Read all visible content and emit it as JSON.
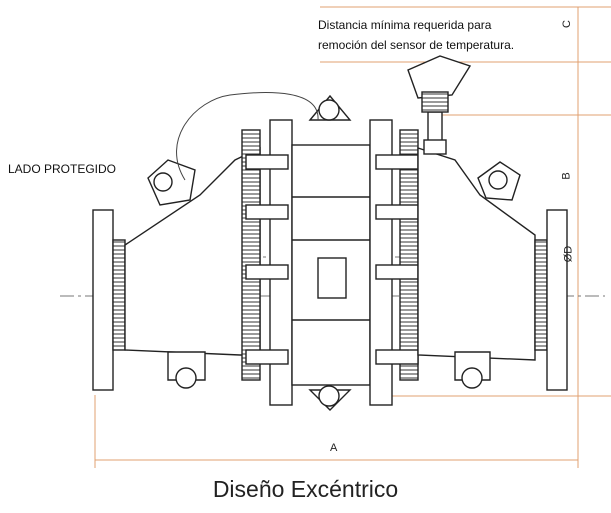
{
  "annotations": {
    "sensor_note_line1": "Distancia mínima requerida para",
    "sensor_note_line2": "remoción del sensor de temperatura.",
    "protected_side": "LADO PROTEGIDO"
  },
  "dimensions": {
    "a": "A",
    "b": "B",
    "c": "C",
    "d": "ØD"
  },
  "caption": "Diseño Excéntrico",
  "colors": {
    "line": "#222222",
    "dimension": "#e0a070",
    "centerline": "#777777"
  }
}
